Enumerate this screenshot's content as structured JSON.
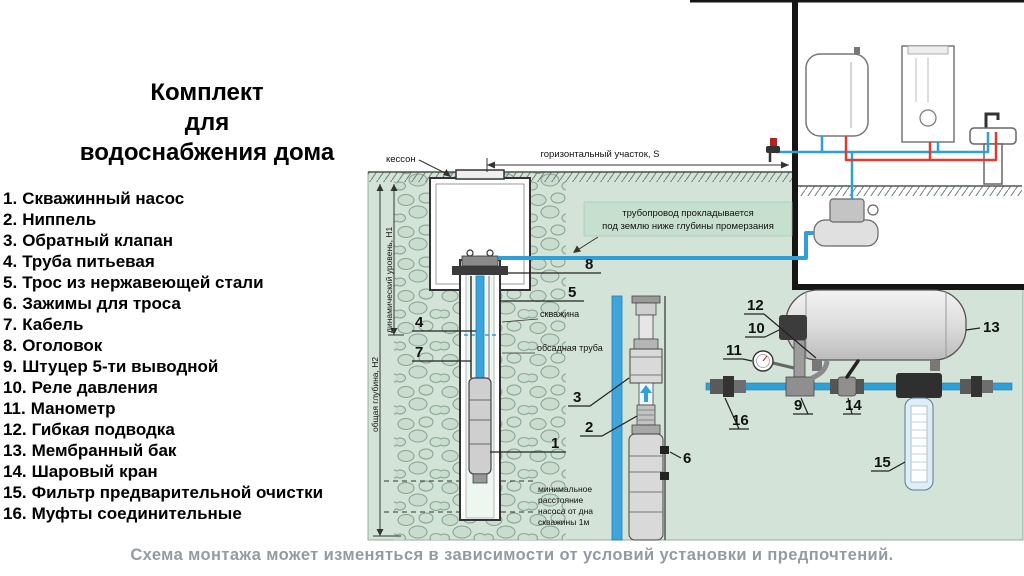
{
  "title": {
    "line1": "Комплект",
    "line2": "для",
    "line3": "водоснабжения дома"
  },
  "parts": [
    {
      "num": "1.",
      "name": "Скважинный насос"
    },
    {
      "num": "2.",
      "name": "Ниппель"
    },
    {
      "num": "3.",
      "name": "Обратный клапан"
    },
    {
      "num": "4.",
      "name": "Труба питьевая"
    },
    {
      "num": "5.",
      "name": "Трос из нержавеющей стали"
    },
    {
      "num": "6.",
      "name": "Зажимы для троса"
    },
    {
      "num": "7.",
      "name": "Кабель"
    },
    {
      "num": "8.",
      "name": "Оголовок"
    },
    {
      "num": "9.",
      "name": "Штуцер 5-ти выводной"
    },
    {
      "num": "10.",
      "name": "Реле давления"
    },
    {
      "num": "11.",
      "name": "Манометр"
    },
    {
      "num": "12.",
      "name": "Гибкая подводка"
    },
    {
      "num": "13.",
      "name": "Мембранный бак"
    },
    {
      "num": "14.",
      "name": "Шаровый кран"
    },
    {
      "num": "15.",
      "name": "Фильтр предварительной очистки"
    },
    {
      "num": "16.",
      "name": "Муфты соединительные"
    }
  ],
  "diagram": {
    "labels": {
      "kesson": "кессон",
      "horizontal_section": "горизонтальный участок, S",
      "pipeline_note_1": "трубопровод прокладывается",
      "pipeline_note_2": "под землю ниже глубины промерзания",
      "total_depth": "общая глубина, Н2",
      "dynamic_level": "динамический уровень, Н1",
      "well": "скважина",
      "casing": "обсадная труба",
      "min_distance_1": "минимальное",
      "min_distance_2": "расстояние",
      "min_distance_3": "насоса от дна",
      "min_distance_4": "скважины 1м"
    },
    "callouts": {
      "n1": "1",
      "n2": "2",
      "n3": "3",
      "n4": "4",
      "n5": "5",
      "n6": "6",
      "n7": "7",
      "n8": "8",
      "n9": "9",
      "n10": "10",
      "n11": "11",
      "n12": "12",
      "n13": "13",
      "n14": "14",
      "n15": "15",
      "n16": "16"
    },
    "colors": {
      "cold_pipe": "#2f9fd8",
      "hot_pipe": "#e23b2e",
      "ground": "#d3e3d7"
    }
  },
  "footer": "Схема монтажа может изменяться в зависимости от условий установки и предпочтений."
}
